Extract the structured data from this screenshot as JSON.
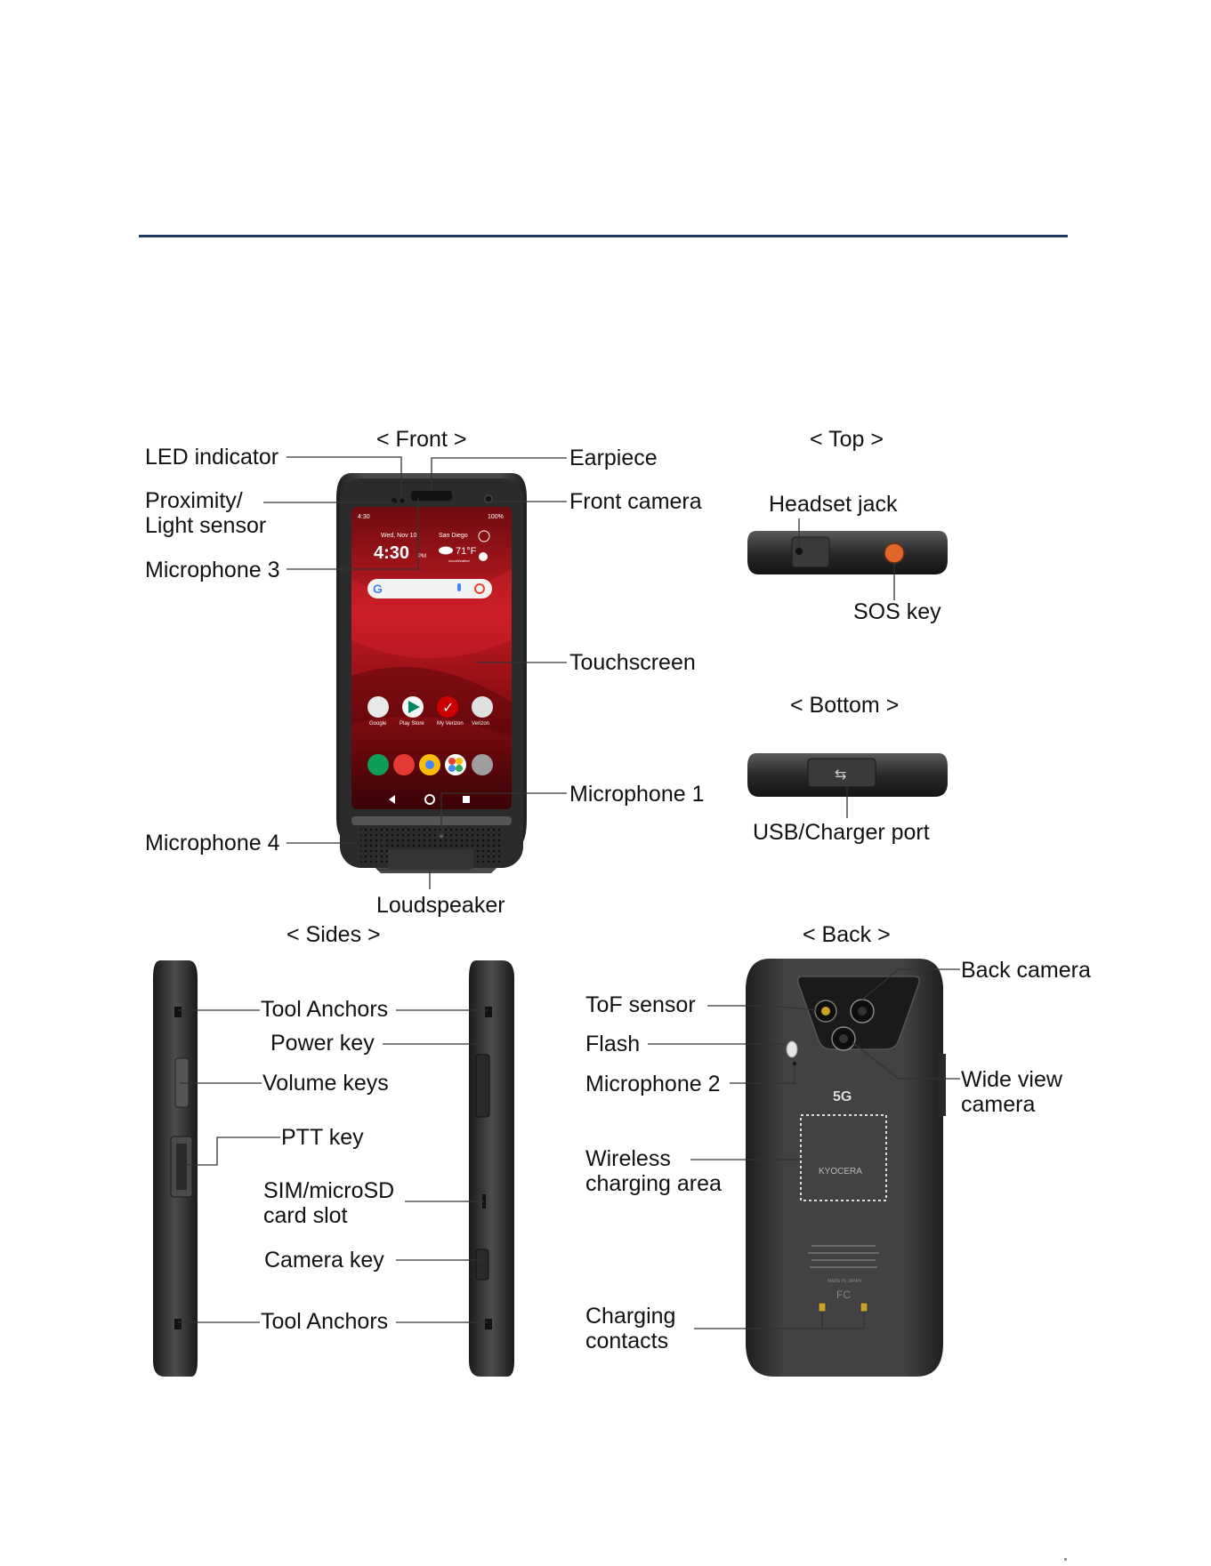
{
  "views": {
    "front": "< Front >",
    "top": "< Top >",
    "bottom": "< Bottom >",
    "sides": "< Sides >",
    "back": "< Back >"
  },
  "front_labels": {
    "led_indicator": "LED indicator",
    "proximity_line1": "Proximity/",
    "proximity_line2": "Light sensor",
    "microphone3": "Microphone 3",
    "microphone4": "Microphone 4",
    "earpiece": "Earpiece",
    "front_camera": "Front camera",
    "touchscreen": "Touchscreen",
    "microphone1": "Microphone 1",
    "loudspeaker": "Loudspeaker"
  },
  "top_labels": {
    "headset_jack": "Headset jack",
    "sos_key": "SOS key"
  },
  "bottom_labels": {
    "usb_port": "USB/Charger port"
  },
  "side_labels": {
    "tool_anchors_top": "Tool Anchors",
    "power_key": "Power key",
    "volume_keys": "Volume keys",
    "ptt_key": "PTT key",
    "sim_line1": "SIM/microSD",
    "sim_line2": "card slot",
    "camera_key": "Camera key",
    "tool_anchors_bottom": "Tool Anchors"
  },
  "back_labels": {
    "tof_sensor": "ToF sensor",
    "flash": "Flash",
    "microphone2": "Microphone 2",
    "wireless_line1": "Wireless",
    "wireless_line2": "charging area",
    "charging_line1": "Charging",
    "charging_line2": "contacts",
    "back_camera": "Back camera",
    "wide_line1": "Wide view",
    "wide_line2": "camera"
  },
  "screen": {
    "status_time": "4:30",
    "status_battery": "100%",
    "date": "Wed, Nov 10",
    "clock": "4:30",
    "ampm": "PM",
    "city": "San Diego",
    "temperature": "71°F",
    "weather_source": "AccuWeather",
    "apps_row1": [
      "Google",
      "Play Store",
      "My Verizon",
      "Verizon"
    ]
  },
  "back_print": {
    "badge": "5G",
    "brand": "KYOCERA",
    "fcc": "FC",
    "made_in": "MADE IN JAPAN"
  },
  "colors": {
    "rule": "#1f3b63",
    "phone_body": "#3a3a3a",
    "screen_red": "#b3161c",
    "sos_orange": "#e0662a"
  },
  "icons": [
    "google-g-icon",
    "mic-icon",
    "lens-icon",
    "phone-app-icon",
    "chrome-icon",
    "photos-icon",
    "camera-app-icon",
    "back-nav-icon",
    "home-nav-icon",
    "recents-nav-icon",
    "usb-icon",
    "weather-cloud-icon"
  ]
}
